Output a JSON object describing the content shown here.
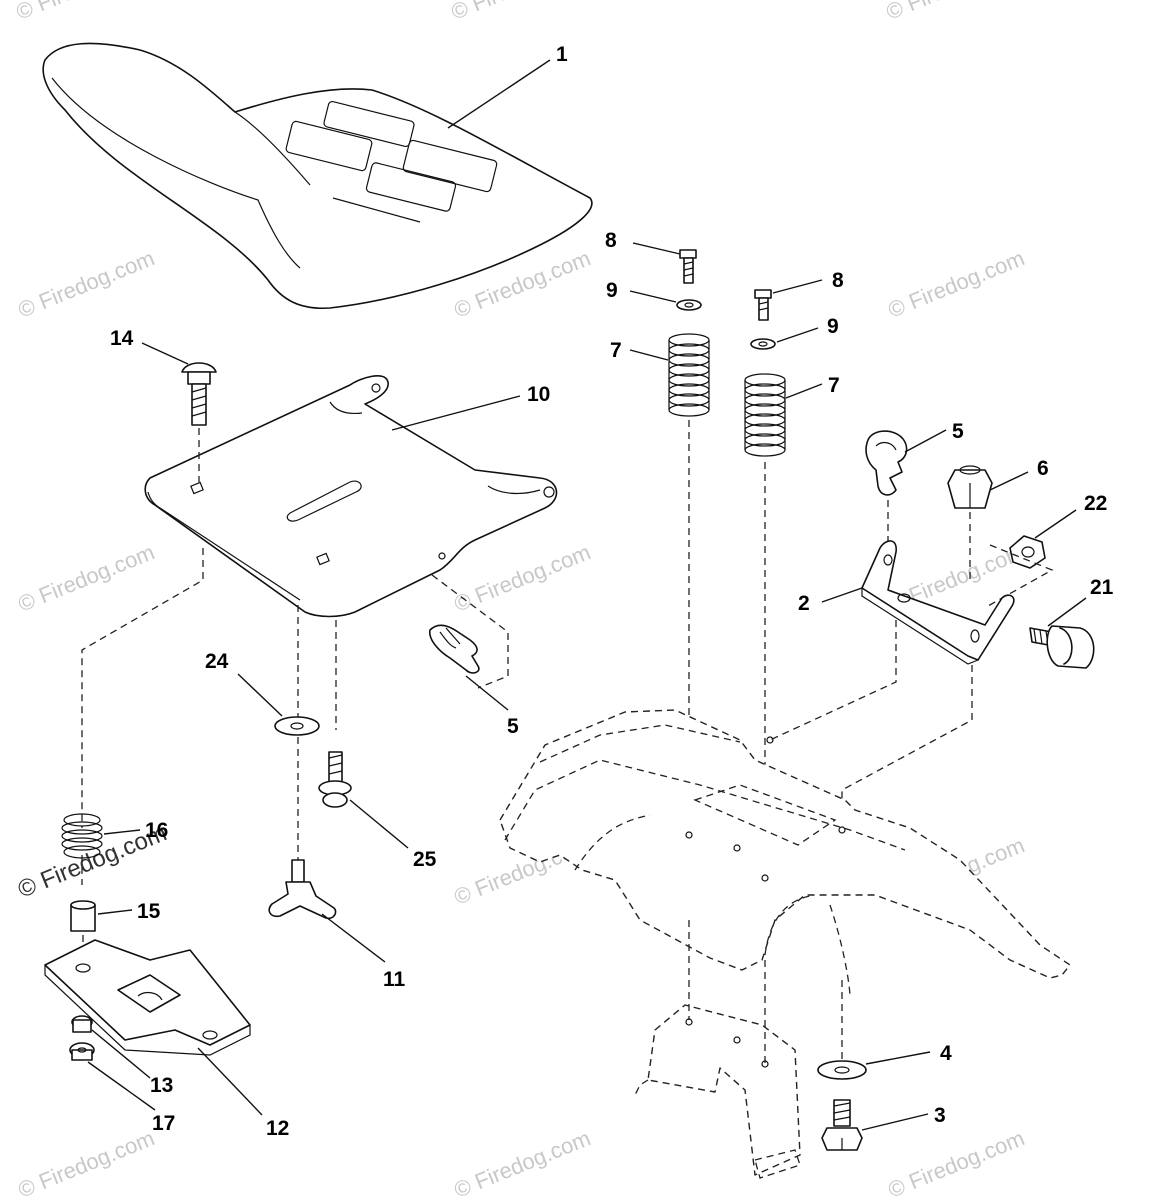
{
  "watermark": {
    "text": "© Firedog.com",
    "prominent_text": "© Firedog.com"
  },
  "callouts": [
    {
      "id": "c1",
      "label": "1"
    },
    {
      "id": "c2",
      "label": "2"
    },
    {
      "id": "c3",
      "label": "3"
    },
    {
      "id": "c4",
      "label": "4"
    },
    {
      "id": "c5a",
      "label": "5"
    },
    {
      "id": "c5b",
      "label": "5"
    },
    {
      "id": "c6",
      "label": "6"
    },
    {
      "id": "c7a",
      "label": "7"
    },
    {
      "id": "c7b",
      "label": "7"
    },
    {
      "id": "c8a",
      "label": "8"
    },
    {
      "id": "c8b",
      "label": "8"
    },
    {
      "id": "c9a",
      "label": "9"
    },
    {
      "id": "c9b",
      "label": "9"
    },
    {
      "id": "c10",
      "label": "10"
    },
    {
      "id": "c11",
      "label": "11"
    },
    {
      "id": "c12",
      "label": "12"
    },
    {
      "id": "c13",
      "label": "13"
    },
    {
      "id": "c14",
      "label": "14"
    },
    {
      "id": "c15",
      "label": "15"
    },
    {
      "id": "c16",
      "label": "16"
    },
    {
      "id": "c17",
      "label": "17"
    },
    {
      "id": "c21",
      "label": "21"
    },
    {
      "id": "c22",
      "label": "22"
    },
    {
      "id": "c24",
      "label": "24"
    },
    {
      "id": "c25",
      "label": "25"
    }
  ],
  "colors": {
    "line": "#111111",
    "background": "#ffffff",
    "watermark": "#c8c8c8"
  }
}
